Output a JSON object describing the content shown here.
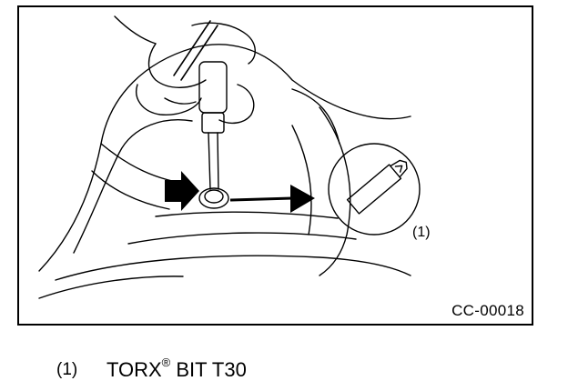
{
  "figure": {
    "code": "CC-00018",
    "callout_label": "(1)"
  },
  "legend": {
    "items": [
      {
        "number": "(1)",
        "text_main": "TORX",
        "text_mark": "®",
        "text_rest": " BIT T30"
      }
    ]
  },
  "colors": {
    "ink": "#000000",
    "paper": "#ffffff"
  }
}
